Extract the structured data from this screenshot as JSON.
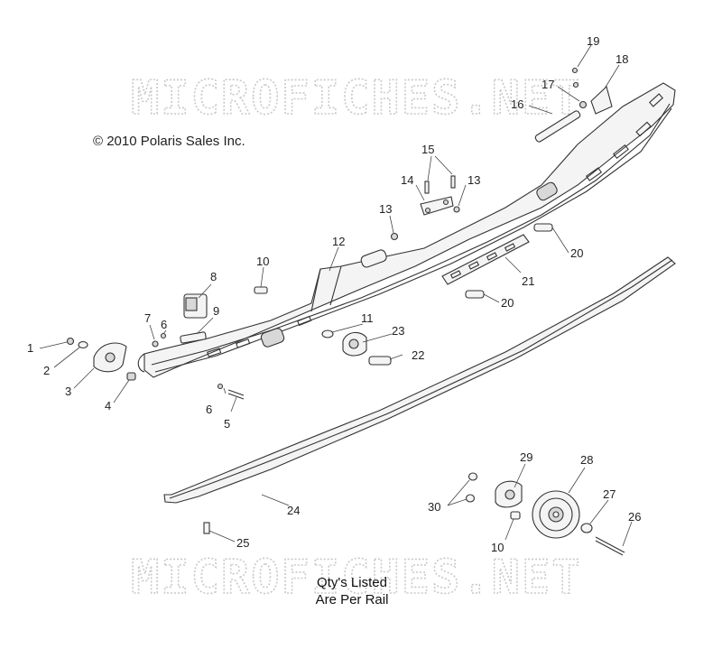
{
  "watermark": {
    "top_text": "MICROFICHES.NET",
    "bottom_text": "MICROFICHES.NET"
  },
  "copyright": "© 2010 Polaris Sales Inc.",
  "note": {
    "line1": "Qty's Listed",
    "line2": "Are Per Rail"
  },
  "callouts": {
    "c1": "1",
    "c2": "2",
    "c3": "3",
    "c4": "4",
    "c5": "5",
    "c6a": "6",
    "c6b": "6",
    "c7": "7",
    "c8": "8",
    "c9": "9",
    "c10a": "10",
    "c10b": "10",
    "c11": "11",
    "c12": "12",
    "c13a": "13",
    "c13b": "13",
    "c14": "14",
    "c15": "15",
    "c16": "16",
    "c17": "17",
    "c18": "18",
    "c19": "19",
    "c20a": "20",
    "c20b": "20",
    "c21": "21",
    "c22": "22",
    "c23": "23",
    "c24": "24",
    "c25": "25",
    "c26": "26",
    "c27": "27",
    "c28": "28",
    "c29": "29",
    "c30": "30"
  }
}
